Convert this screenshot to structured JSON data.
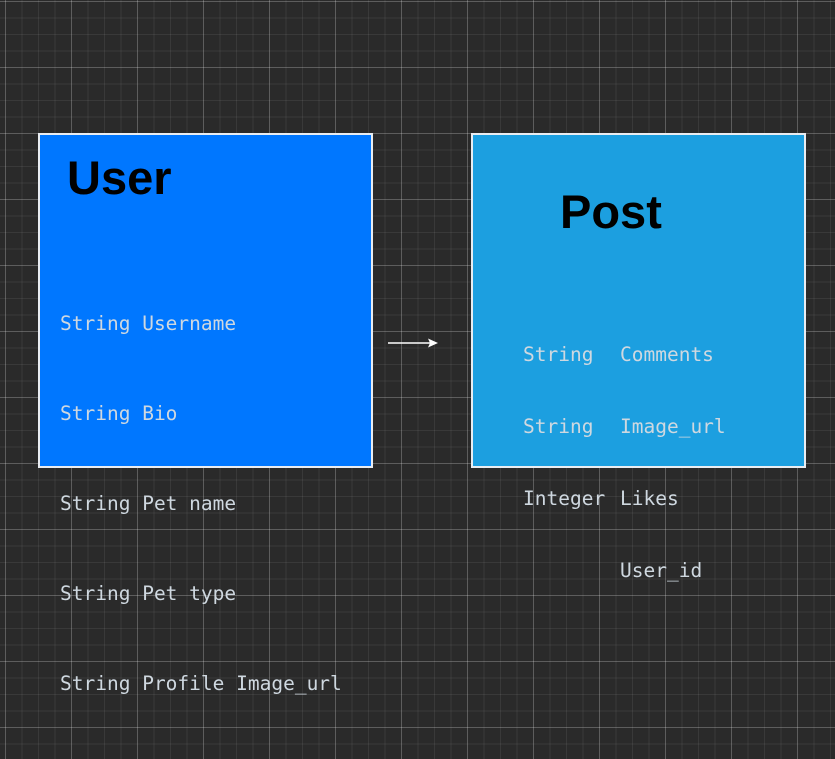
{
  "entities": {
    "user": {
      "title": "User",
      "fields": [
        {
          "type": "String",
          "name": "Username"
        },
        {
          "type": "String",
          "name": "Bio"
        },
        {
          "type": "String",
          "name": "Pet name"
        },
        {
          "type": "String",
          "name": "Pet type"
        },
        {
          "type": "String",
          "name": "Profile Image_url"
        }
      ]
    },
    "post": {
      "title": "Post",
      "fields": [
        {
          "type": "String",
          "name": "Comments"
        },
        {
          "type": "String",
          "name": "Image_url"
        },
        {
          "type": "Integer",
          "name": "Likes"
        },
        {
          "type": "",
          "name": "User_id"
        }
      ]
    }
  },
  "colors": {
    "user_fill": "#0077ff",
    "post_fill": "#1c9fe0",
    "border": "#e9edf2",
    "field_text": "#cfd8e0",
    "title_text": "#000000",
    "canvas": "#2a2a2a"
  },
  "relationship": {
    "from": "user",
    "to": "post",
    "style": "arrow"
  }
}
